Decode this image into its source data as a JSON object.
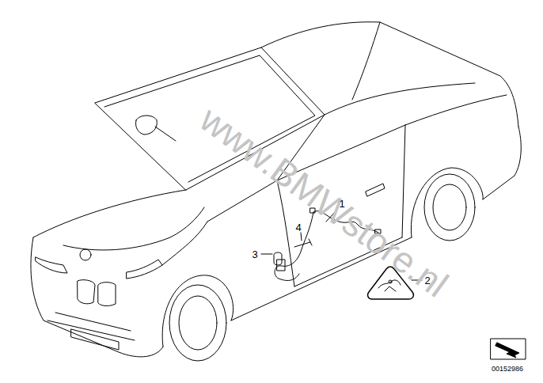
{
  "diagram": {
    "labels": [
      "www.BMWstore.nl",
      "1",
      "2",
      "3",
      "4",
      "00152986"
    ]
  }
}
